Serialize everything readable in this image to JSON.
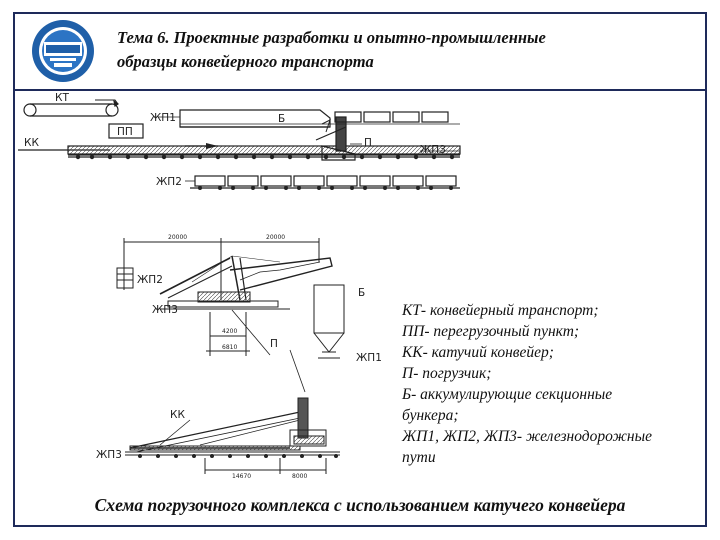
{
  "header": {
    "title_line1": "Тема 6. Проектные разработки и опытно-промышленные",
    "title_line2": "образцы  конвейерного транспорта"
  },
  "top_diagram": {
    "labels": {
      "kt": "КТ",
      "pp": "ПП",
      "kk": "КК",
      "zhp1": "ЖП1",
      "b": "Б",
      "p": "П",
      "zhp3": "ЖП3",
      "zhp2": "ЖП2"
    }
  },
  "side_diagram": {
    "labels": {
      "zhp2": "ЖП2",
      "zhp3": "ЖП3",
      "b": "Б",
      "p": "П",
      "zhp1": "ЖП1",
      "kk": "КК",
      "zhp3_bottom": "ЖП3"
    },
    "dimensions": {
      "d1": "20000",
      "d2": "20000",
      "d3": "4200",
      "d4": "6810",
      "d5": "14670",
      "d6": "8000"
    }
  },
  "legend": [
    "КТ- конвейерный транспорт;",
    "ПП- перегрузочный пункт;",
    "КК- катучий конвейер;",
    "П- погрузчик;",
    "Б- аккумулирующие секционные",
    "бункера;",
    "ЖП1, ЖП2, ЖП3- железнодорожные",
    "пути"
  ],
  "caption": "Схема погрузочного комплекса с использованием катучего конвейера",
  "colors": {
    "frame": "#1e2a5a",
    "logo_blue": "#1f5fa8",
    "ink": "#222222"
  }
}
